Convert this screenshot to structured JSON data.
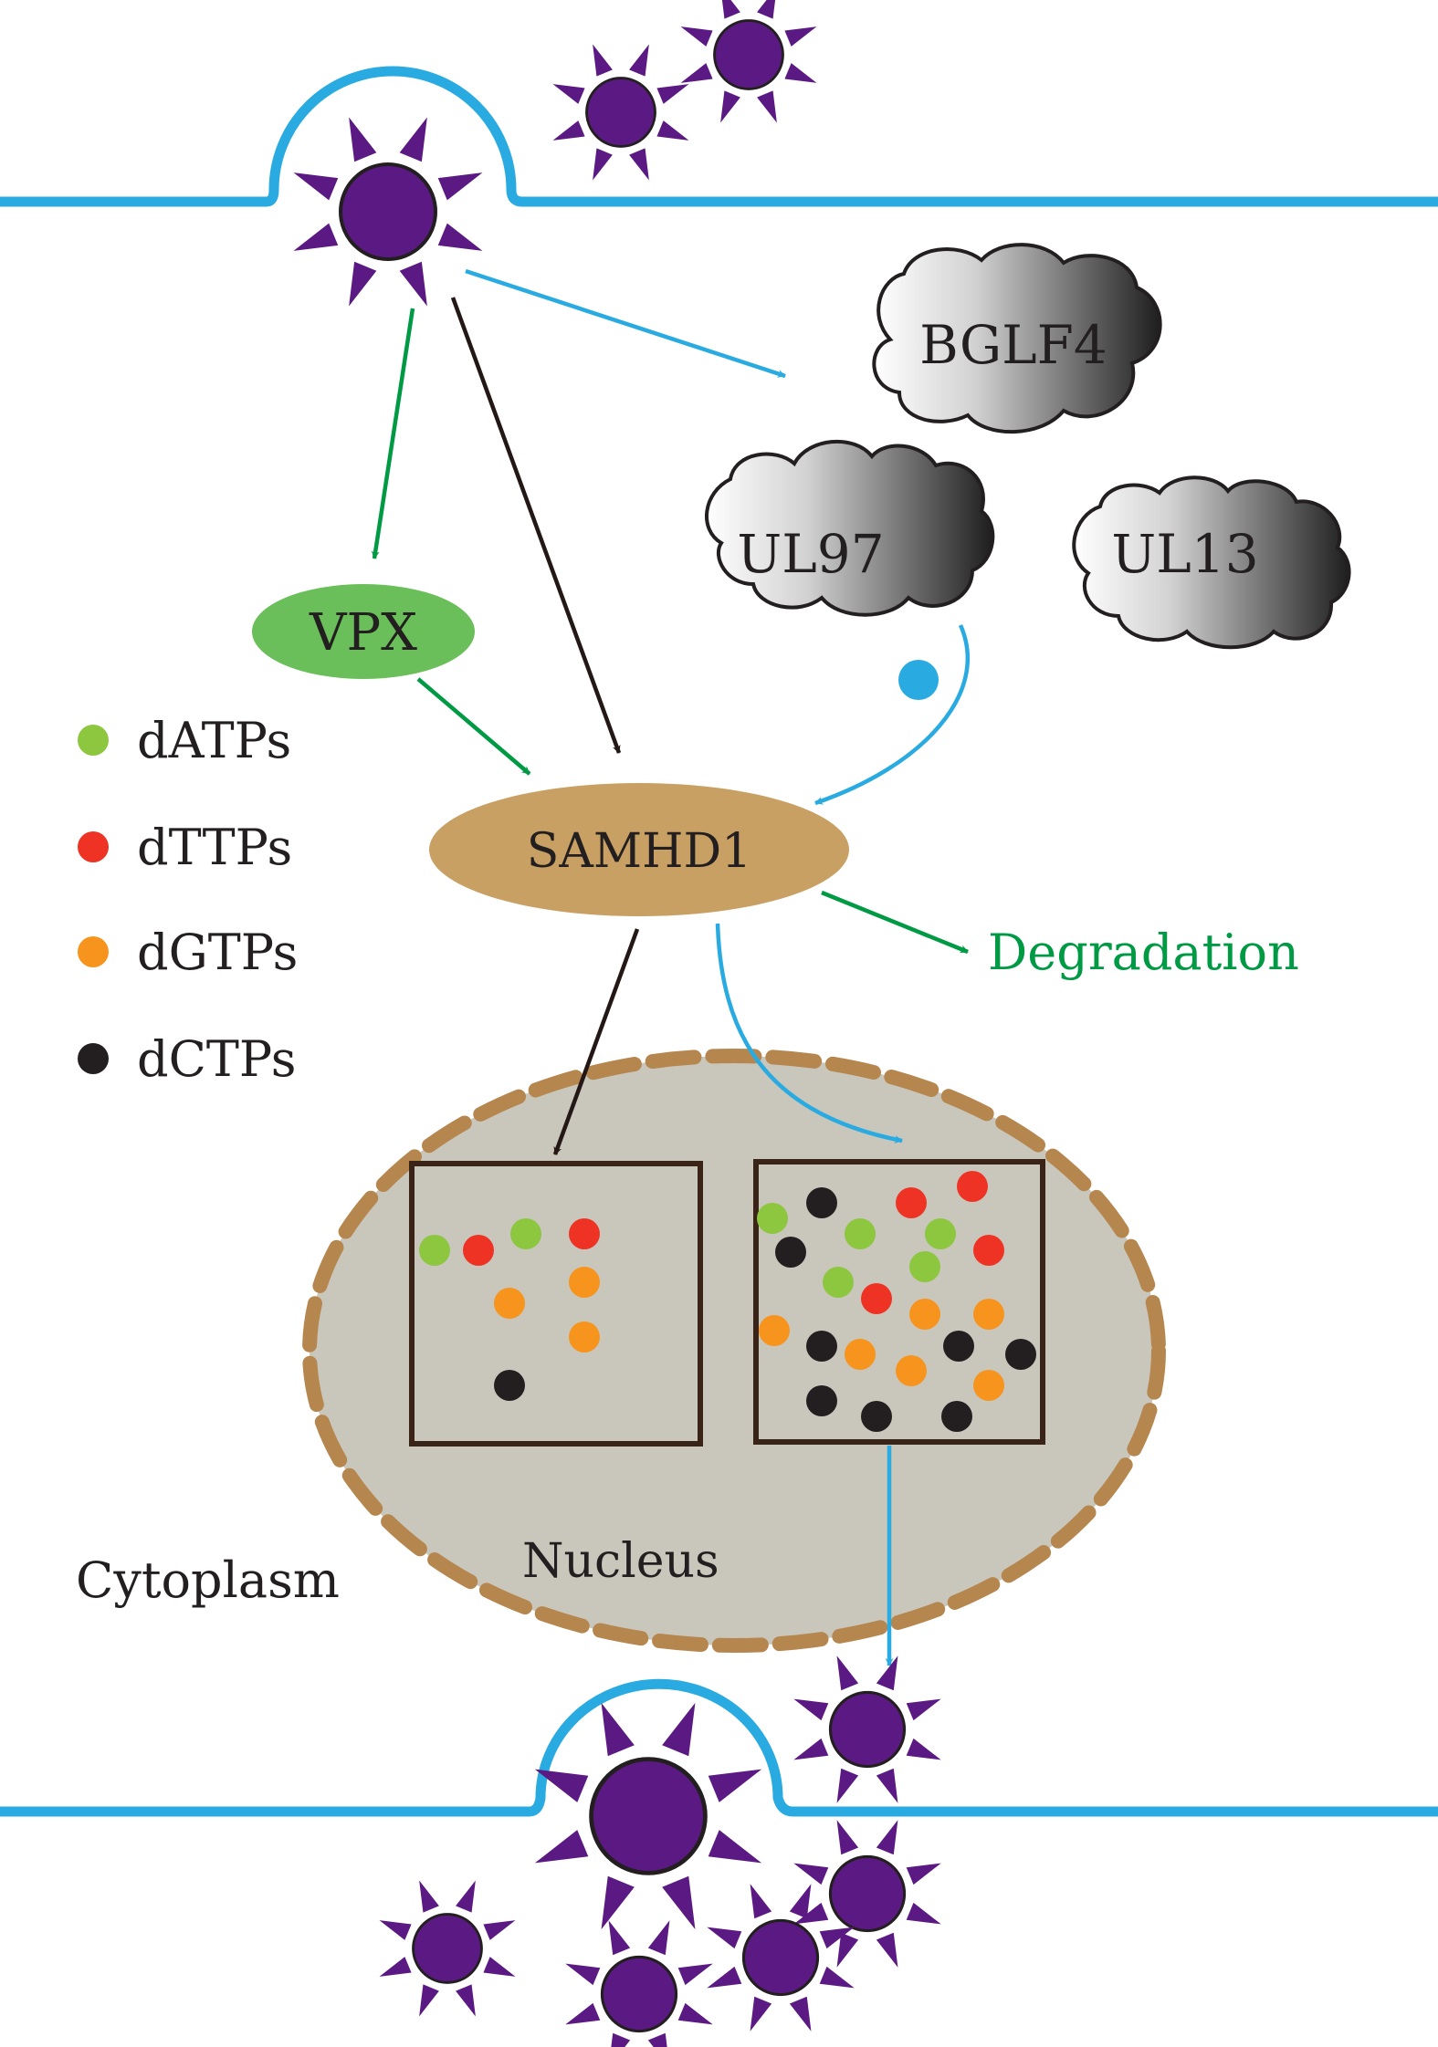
{
  "labels": {
    "cloud_top": "BGLF4",
    "cloud_left": "UL97",
    "cloud_right": "UL13",
    "vpx": "VPX",
    "samhd1": "SAMHD1",
    "degradation": "Degradation",
    "cytoplasm": "Cytoplasm",
    "nucleus": "Nucleus"
  },
  "legend": [
    {
      "label": "dATPs",
      "color": "#8dc63f"
    },
    {
      "label": "dTTPs",
      "color": "#ee3224"
    },
    {
      "label": "dGTPs",
      "color": "#f7941d"
    },
    {
      "label": "dCTPs",
      "color": "#231f20"
    }
  ],
  "colors": {
    "membrane": "#29abe2",
    "virus": "#5b1a83",
    "green_arrow": "#009a44",
    "black_arrow": "#231815",
    "blue_arrow": "#29abe2",
    "vpx_fill": "#6abf5a",
    "samhd1_fill": "#c8a063",
    "nucleus_fill": "#c9c6bb",
    "nucleus_border": "#b5864e",
    "degradation_text": "#009a44"
  },
  "icons": {
    "virus": "virus-icon",
    "phosphate": "phosphate-dot-icon",
    "cloud": "cloud-icon"
  }
}
